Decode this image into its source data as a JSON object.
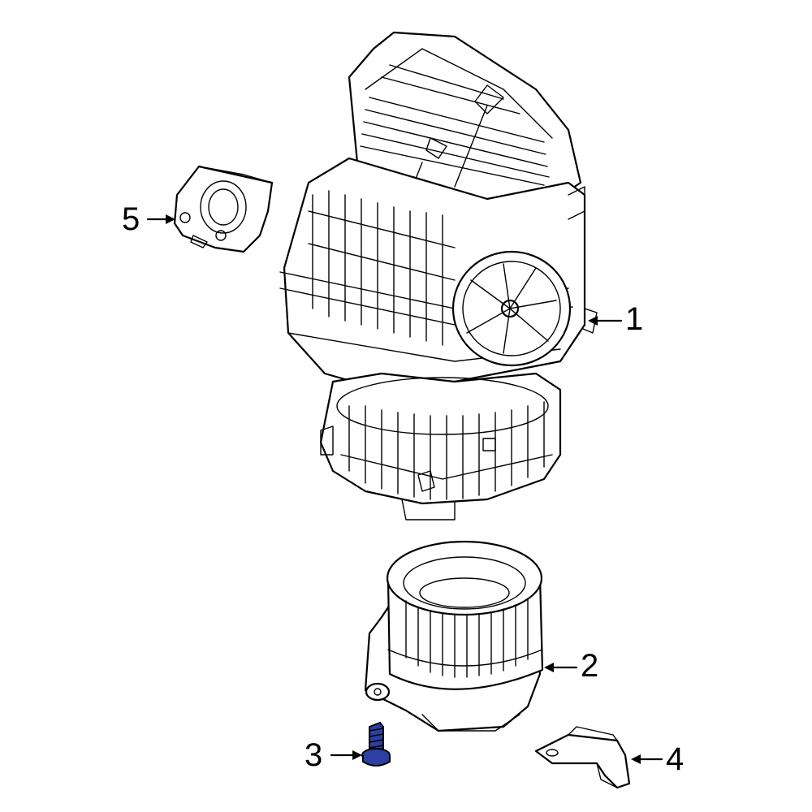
{
  "diagram": {
    "callouts": [
      {
        "id": "1",
        "label": "1"
      },
      {
        "id": "2",
        "label": "2"
      },
      {
        "id": "3",
        "label": "3"
      },
      {
        "id": "4",
        "label": "4"
      },
      {
        "id": "5",
        "label": "5"
      }
    ],
    "colors": {
      "line": "#000000",
      "background": "#ffffff",
      "highlight_part": "#2e3fa3"
    }
  }
}
